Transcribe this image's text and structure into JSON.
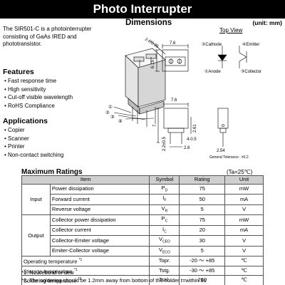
{
  "title": "Photo Interrupter",
  "dimensions": {
    "heading": "Dimensions",
    "unit": "(unit: mm)",
    "top_view": "Top View",
    "dims": {
      "r": "2-R0.95",
      "w_top": "7.6",
      "h_top": "6.15",
      "w_front": "7.6",
      "h_front": "7",
      "lead_h": "2.61",
      "lead_dia": "4-0.5",
      "lead_len": "2.8",
      "pin_len": "2.54",
      "side_h": "2.2±0.5"
    },
    "pins": {
      "cathode": "②Cathode",
      "anode": "①Anode",
      "emitter": "④Emitter",
      "collector": "③Collector"
    },
    "pin_numbers": [
      "①",
      "②",
      "③",
      "④"
    ],
    "general_tolerance": "General Tolerance : ±0.2"
  },
  "description": "The SIR501-C is a photointerrupter consisting of GaAs IRED and phototransistor.",
  "features": {
    "heading": "Features",
    "items": [
      "Fast response time",
      "High sensitivity",
      "Cut-off visible wavelength",
      "RoHS Compliance"
    ]
  },
  "applications": {
    "heading": "Applications",
    "items": [
      "Copier",
      "Scanner",
      "Printer",
      "Non-contact switching"
    ]
  },
  "ratings": {
    "heading": "Maximum Ratings",
    "condition": "(Ta=25℃)",
    "headers": [
      "Item",
      "Symbol",
      "Rating",
      "Unit"
    ],
    "groups": [
      {
        "name": "Input",
        "rows": [
          {
            "item": "Power dissipation",
            "sym": "P",
            "sub": "D",
            "rating": "75",
            "unit": "mW"
          },
          {
            "item": "Forward current",
            "sym": "I",
            "sub": "F",
            "rating": "50",
            "unit": "mA"
          },
          {
            "item": "Reverse voltage",
            "sym": "V",
            "sub": "R",
            "rating": "5",
            "unit": "V"
          }
        ]
      },
      {
        "name": "Output",
        "rows": [
          {
            "item": "Collector power dissipation",
            "sym": "P",
            "sub": "C",
            "rating": "75",
            "unit": "mW"
          },
          {
            "item": "Collector current",
            "sym": "I",
            "sub": "C",
            "rating": "20",
            "unit": "mA"
          },
          {
            "item": "Collector-Emiter voltage",
            "sym": "V",
            "sub": "CEO",
            "rating": "30",
            "unit": "V"
          },
          {
            "item": "Emiter-Collector voltage",
            "sym": "V",
            "sub": "ECO",
            "rating": "5",
            "unit": "V"
          }
        ]
      }
    ],
    "extra_rows": [
      {
        "item": "Operating temperature",
        "note": "*1",
        "sym": "Topr.",
        "rating": "-20 ～ +85",
        "unit": "℃"
      },
      {
        "item": "Storage temperature",
        "note": "*1",
        "sym": "Tstg.",
        "rating": "-30 ～ +85",
        "unit": "℃"
      },
      {
        "item": "Soldering temperature",
        "note": "*2",
        "sym": "Tsol.",
        "rating": "260",
        "unit": "℃"
      }
    ]
  },
  "notes": [
    "*1. No icebond or dew",
    "*2. The soldering should be 1.2mm away from bottom of the holder t=within 3s"
  ]
}
